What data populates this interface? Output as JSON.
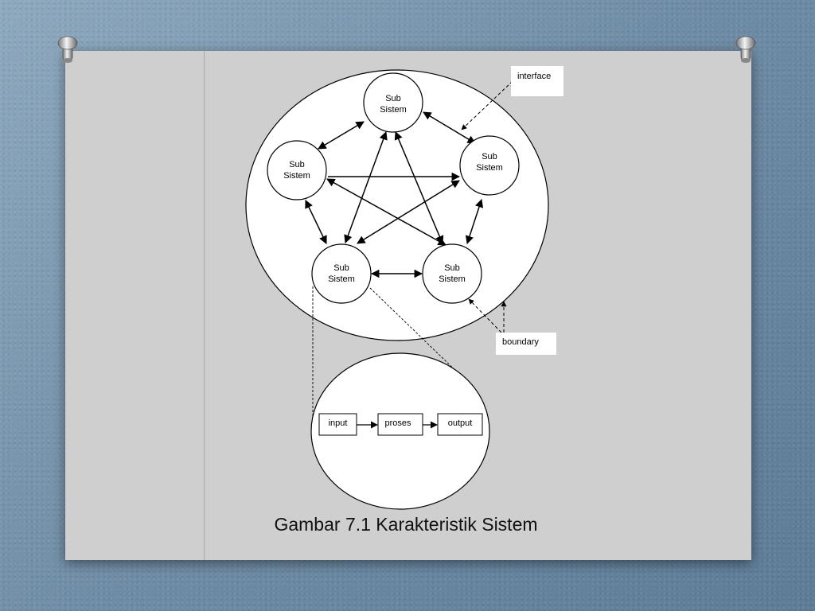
{
  "diagram": {
    "subsystem_label_line1": "Sub",
    "subsystem_label_line2": "Sistem",
    "nodes": [
      {
        "id": "top",
        "line1": "Sub",
        "line2": "Sistem"
      },
      {
        "id": "left",
        "line1": "Sub",
        "line2": "Sistem"
      },
      {
        "id": "right",
        "line1": "Sub",
        "line2": "Sistem"
      },
      {
        "id": "bottom-left",
        "line1": "Sub",
        "line2": "Sistem"
      },
      {
        "id": "bottom-right",
        "line1": "Sub",
        "line2": "Sistem"
      }
    ],
    "callouts": {
      "interface": "interface",
      "boundary": "boundary"
    },
    "process_chain": [
      "input",
      "proses",
      "output"
    ]
  },
  "caption": "Gambar 7.1 Karakteristik Sistem",
  "colors": {
    "background": "#7f9bb2",
    "paper": "#cfcfcf",
    "stroke": "#000000",
    "fill": "#ffffff"
  }
}
